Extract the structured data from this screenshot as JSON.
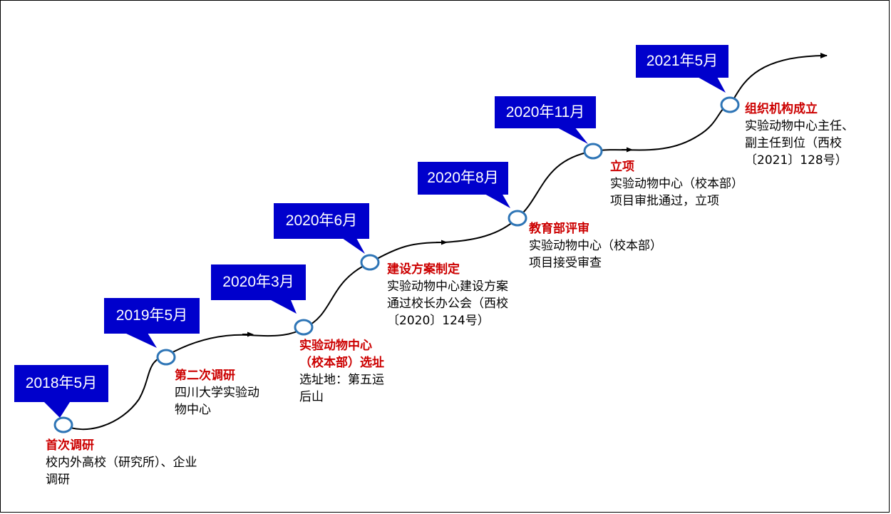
{
  "milestones": [
    {
      "date": "2018年5月",
      "title": "首次调研",
      "desc": "校内外高校（研究所）、企业\n调研"
    },
    {
      "date": "2019年5月",
      "title": "第二次调研",
      "desc": "四川大学实验动\n物中心"
    },
    {
      "date": "2020年3月",
      "title": "实验动物中心\n（校本部）选址",
      "desc": "选址地：第五运\n后山"
    },
    {
      "date": "2020年6月",
      "title": "建设方案制定",
      "desc": "实验动物中心建设方案\n通过校长办公会（西校\n〔2020〕124号）"
    },
    {
      "date": "2020年8月",
      "title": "教育部评审",
      "desc": "实验动物中心（校本部）\n项目接受审查"
    },
    {
      "date": "2020年11月",
      "title": "立项",
      "desc": "实验动物中心（校本部）\n项目审批通过，立项"
    },
    {
      "date": "2021年5月",
      "title": "组织机构成立",
      "desc": "实验动物中心主任、\n副主任到位（西校\n〔2021〕128号）"
    }
  ],
  "colors": {
    "callout": "#0000cc",
    "title": "#cc0000",
    "node": "#2e75b6",
    "path": "#000000"
  }
}
